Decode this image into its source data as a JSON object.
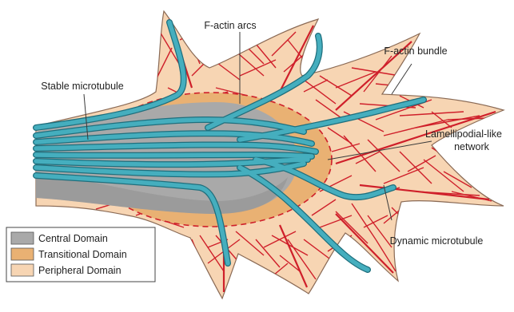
{
  "labels": {
    "f_actin_arcs": "F-actin arcs",
    "f_actin_bundle": "F-actin bundle",
    "stable_microtubule": "Stable microtubule",
    "lamellipodial_line1": "Lamellipodial-like",
    "lamellipodial_line2": "network",
    "dynamic_microtubule": "Dynamic microtubule"
  },
  "legend": {
    "items": [
      {
        "label": "Central Domain",
        "color": "#a9a9a9"
      },
      {
        "label": "Transitional Domain",
        "color": "#e9b173"
      },
      {
        "label": "Peripheral Domain",
        "color": "#f7d5b3"
      }
    ]
  },
  "colors": {
    "peripheral_fill": "#f7d5b3",
    "transitional_fill": "#e9b173",
    "central_fill": "#a9a9a9",
    "actin": "#cf1f2a",
    "microtubule_fill": "#45aebe",
    "microtubule_edge": "#1f6f7d",
    "outline": "#8a6a55"
  }
}
